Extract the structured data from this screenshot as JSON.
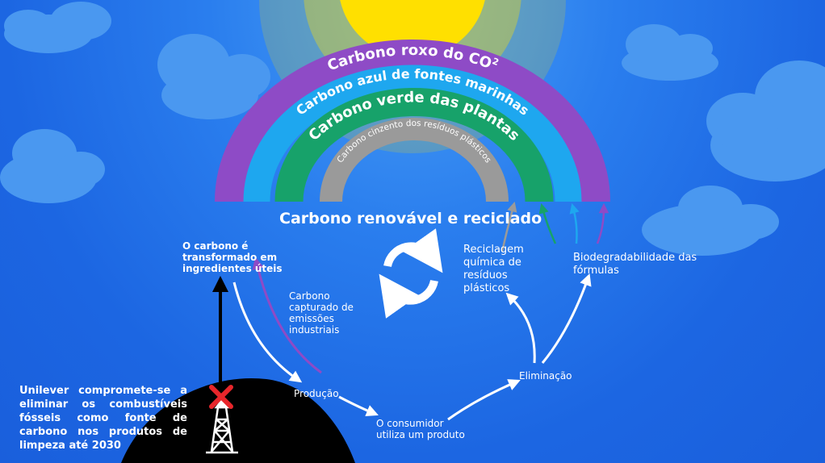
{
  "arcs": {
    "purple": {
      "label": "Carbono roxo do CO",
      "sup": "2",
      "color": "#8e4bc6"
    },
    "blue": {
      "label": "Carbono azul de fontes marinhas",
      "color": "#1ea7ef"
    },
    "green": {
      "label": "Carbono verde das plantas",
      "color": "#17a26a"
    },
    "grey": {
      "label": "Carbono cinzento dos resíduos plásticos",
      "color": "#9a9a9a"
    }
  },
  "colors": {
    "sky": "#1f6ee8",
    "sun": "#ffe000",
    "cloud": "#4a98f0",
    "hill": "#000000",
    "cross": "#e8262b"
  },
  "title": "Carbono renovável e reciclado",
  "labels": {
    "transform": "O carbono é transformado em ingredientes úteis",
    "captured": "Carbono capturado de emissões industriais",
    "production": "Produção",
    "consumer": "O consumidor utiliza um produto",
    "elimination": "Eliminação",
    "recycling": "Reciclagem química de resíduos plásticos",
    "biodegradability": "Biodegradabilidade das fórmulas"
  },
  "pledge": "Unilever compromete-se a eliminar os combustíveis fósseis como fonte de carbono nos produtos de limpeza até 2030",
  "icons": [
    "sun-icon",
    "cloud-icon",
    "recycle-refresh-icon",
    "oil-derrick-icon",
    "red-cross-icon"
  ]
}
